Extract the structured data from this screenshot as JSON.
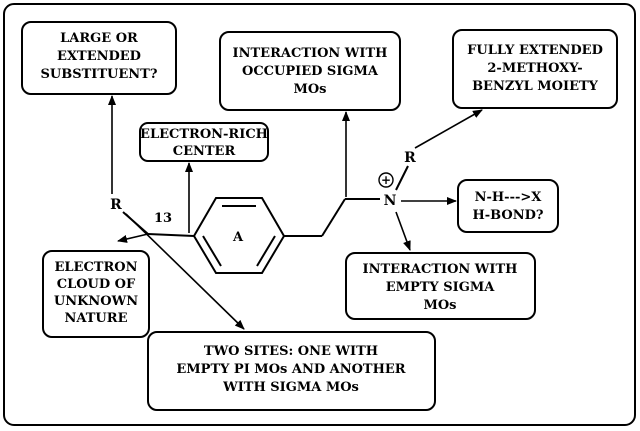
{
  "boxes": {
    "large_substituent": [
      "LARGE OR",
      "EXTENDED",
      "SUBSTITUENT?"
    ],
    "interaction_occupied": [
      "INTERACTION WITH",
      "OCCUPIED SIGMA",
      "MOs"
    ],
    "fully_extended": [
      "FULLY EXTENDED",
      "2-METHOXY-",
      "BENZYL MOIETY"
    ],
    "electron_rich": [
      "ELECTRON-RICH",
      "CENTER"
    ],
    "nh_bond": [
      "N-H--->X",
      "H-BOND?"
    ],
    "electron_cloud": [
      "ELECTRON",
      "CLOUD OF",
      "UNKNOWN",
      "NATURE"
    ],
    "interaction_empty": [
      "INTERACTION WITH",
      "EMPTY SIGMA",
      "MOs"
    ],
    "two_sites": [
      "TWO SITES: ONE WITH",
      "EMPTY PI MOs AND ANOTHER",
      "WITH SIGMA MOs"
    ]
  },
  "molecule": {
    "ring_label": "A",
    "left_substituent": "R",
    "position_number": "13",
    "nitrogen": "N",
    "charge": "+",
    "n_substituent": "R"
  }
}
